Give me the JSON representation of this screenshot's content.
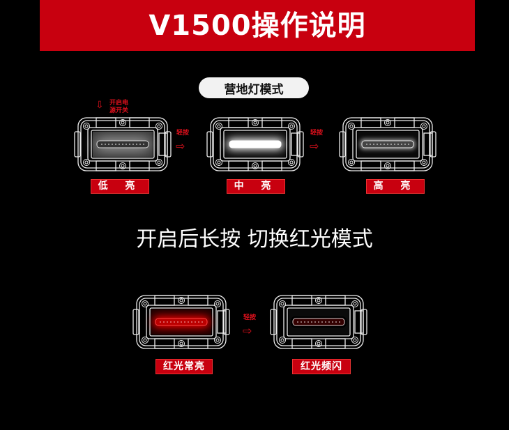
{
  "title": "V1500操作说明",
  "camp_mode": "营地灯模式",
  "power_hint": [
    "开启电",
    "源开关"
  ],
  "press": "轻按",
  "arrow": "⇨",
  "white_modes": [
    {
      "label": "低 亮",
      "style": "low"
    },
    {
      "label": "中 亮",
      "style": "mid"
    },
    {
      "label": "高 亮",
      "style": "high"
    }
  ],
  "subtitle": "开启后长按 切换红光模式",
  "red_modes": [
    {
      "label": "红光常亮",
      "style": "red-steady"
    },
    {
      "label": "红光频闪",
      "style": "red-blink"
    }
  ],
  "colors": {
    "brand_red": "#c8000f",
    "accent_red": "#e0101c"
  }
}
